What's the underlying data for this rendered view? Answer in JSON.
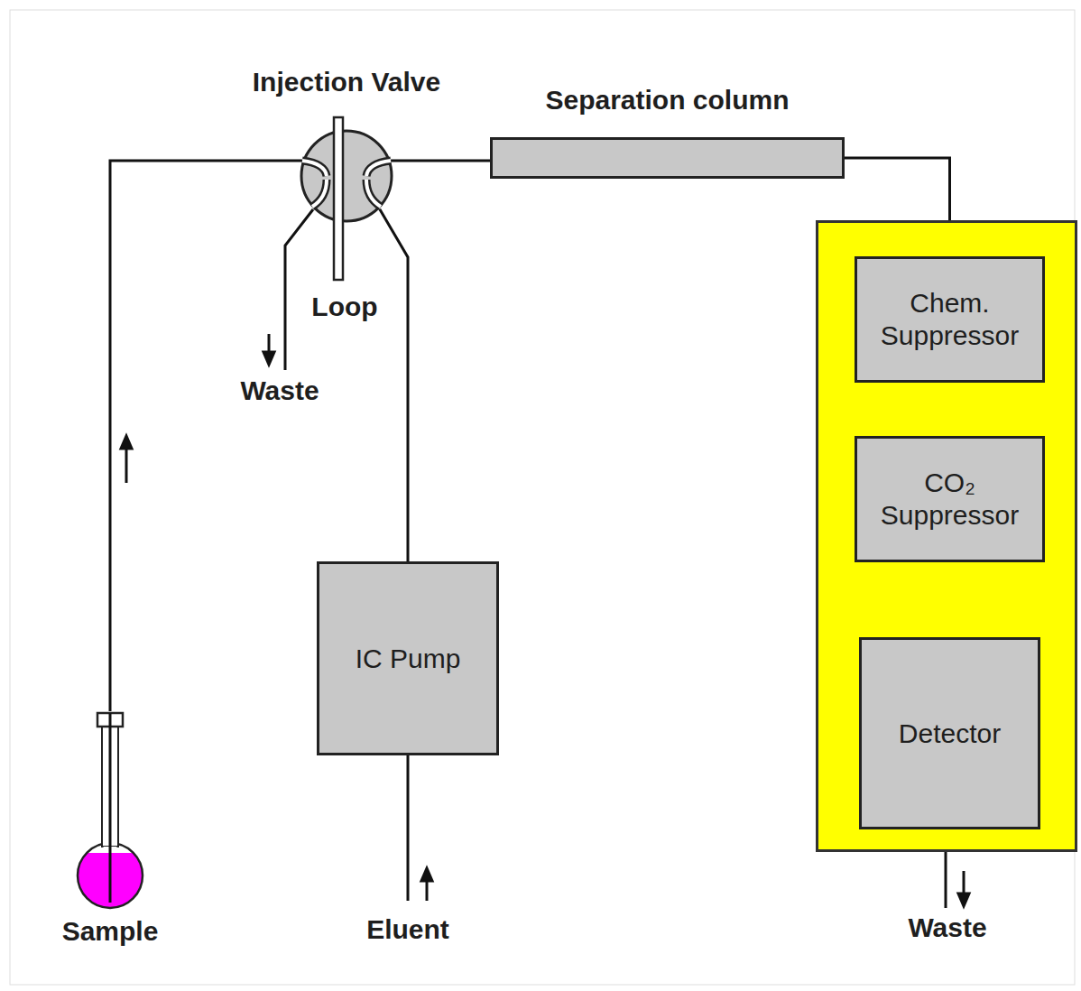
{
  "diagram": {
    "nodes": [
      {
        "text": [
          "Injection Valve"
        ]
      },
      {
        "text": [
          "Separation column"
        ]
      },
      {
        "text": []
      },
      {
        "text": [
          "Chem. Suppressor"
        ],
        "in": 2
      },
      {
        "text": [
          "CO₂ Suppressor"
        ],
        "in": 2
      },
      {
        "text": [
          "Detector"
        ],
        "in": 2
      },
      {
        "text": [
          "IC Pump"
        ]
      },
      {
        "text": [
          "Sample"
        ]
      }
    ],
    "edges": [
      {
        "from": 7,
        "to": 0,
        "arrow": "none"
      },
      {
        "from": 6,
        "to": 0,
        "arrow": "none"
      },
      {
        "from": 0,
        "to": 1,
        "arrow": "none"
      },
      {
        "from": 1,
        "to": 3,
        "arrow": "none"
      },
      {
        "from": 3,
        "to": 4,
        "arrow": "none"
      },
      {
        "from": 4,
        "to": 5,
        "arrow": "none"
      }
    ],
    "labels": [
      "Loop",
      "Waste",
      "Eluent",
      "Waste"
    ]
  }
}
